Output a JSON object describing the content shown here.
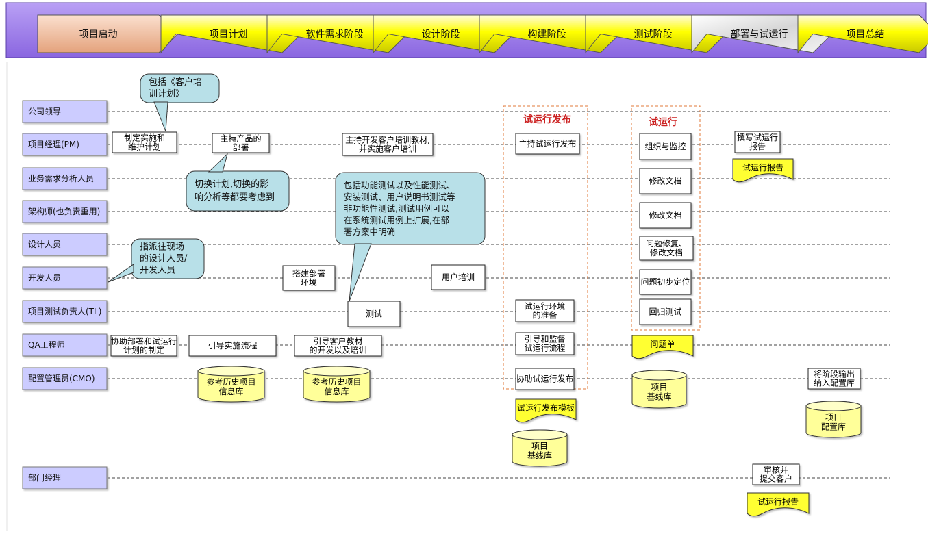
{
  "phases": [
    {
      "label": "项目启动",
      "state": "past"
    },
    {
      "label": "项目计划",
      "state": "normal"
    },
    {
      "label": "软件需求阶段",
      "state": "normal"
    },
    {
      "label": "设计阶段",
      "state": "normal"
    },
    {
      "label": "构建阶段",
      "state": "normal"
    },
    {
      "label": "测试阶段",
      "state": "normal"
    },
    {
      "label": "部署与试运行",
      "state": "current"
    },
    {
      "label": "项目总结",
      "state": "normal"
    }
  ],
  "roles": [
    {
      "label": "公司领导"
    },
    {
      "label": "项目经理(PM)"
    },
    {
      "label": "业务需求分析人员"
    },
    {
      "label": "架构师(也负责重用)"
    },
    {
      "label": "设计人员"
    },
    {
      "label": "开发人员"
    },
    {
      "label": "项目测试负责人(TL)"
    },
    {
      "label": "QA工程师"
    },
    {
      "label": "配置管理员(CMO)"
    },
    {
      "label": "部门经理"
    }
  ],
  "groups": {
    "release": "试运行发布",
    "trial": "试运行"
  },
  "tasks": {
    "pm_plan": [
      "制定实施和",
      "维护计划"
    ],
    "pm_deploy": [
      "主持产品的",
      "部署"
    ],
    "pm_training": [
      "主持开发客户培训教材,",
      "并实施客户培训"
    ],
    "pm_release": [
      "主持试运行发布"
    ],
    "trial_monitor": [
      "组织与监控"
    ],
    "pm_report": [
      "撰写试运行",
      "报告"
    ],
    "ba_doc": [
      "修改文档"
    ],
    "arch_doc": [
      "修改文档"
    ],
    "design_fix": [
      "问题修复、",
      "修改文档"
    ],
    "dev_env": [
      "搭建部署",
      "环境"
    ],
    "dev_training": [
      "用户培训"
    ],
    "dev_locate": [
      "问题初步定位"
    ],
    "tl_test": [
      "测试"
    ],
    "tl_env": [
      "试运行环境",
      "的准备"
    ],
    "tl_regress": [
      "回归测试"
    ],
    "qa_plan": [
      "协助部署和试运行",
      "计划的制定"
    ],
    "qa_guide": [
      "引导实施流程"
    ],
    "qa_material": [
      "引导客户教材",
      "的开发以及培训"
    ],
    "qa_supervise": [
      "引导和监督",
      "试运行流程"
    ],
    "cmo_release": [
      "协助试运行发布"
    ],
    "cmo_archive": [
      "将阶段输出",
      "纳入配置库"
    ],
    "dm_review": [
      "审核并",
      "提交客户"
    ]
  },
  "documents": {
    "trial_report_1": "试运行报告",
    "issue_list": "问题单",
    "release_template": "试运行发布模板",
    "trial_report_2": "试运行报告"
  },
  "databases": {
    "history_1": [
      "参考历史项目",
      "信息库"
    ],
    "history_2": [
      "参考历史项目",
      "信息库"
    ],
    "baseline_1": [
      "项目",
      "基线库"
    ],
    "baseline_2": [
      "项目",
      "基线库"
    ],
    "config": [
      "项目",
      "配置库"
    ]
  },
  "callouts": {
    "customer_training": [
      "包括《客户培",
      "训计划》"
    ],
    "switch_plan": [
      "切换计划,切换的影",
      "响分析等都要考虑到"
    ],
    "assign_staff": [
      "指派往现场",
      "的设计人员/",
      "开发人员"
    ],
    "test_scope": [
      "包括功能测试以及性能测试、",
      "安装测试、用户说明书测试等",
      "非功能性测试,测试用例可以",
      "在系统测试用例上扩展,在部",
      "署方案中明确"
    ]
  },
  "colors": {
    "banner_bg": "#9a78e8",
    "phase_yellow": "#ffff00",
    "phase_past": "#f0b898",
    "phase_current": "#d8d8d8",
    "role_fill": "#ccccff",
    "doc_fill": "#ffff33",
    "callout_fill": "#b8e0e8",
    "group_border": "#e07a3a",
    "group_title": "#cc2222"
  }
}
